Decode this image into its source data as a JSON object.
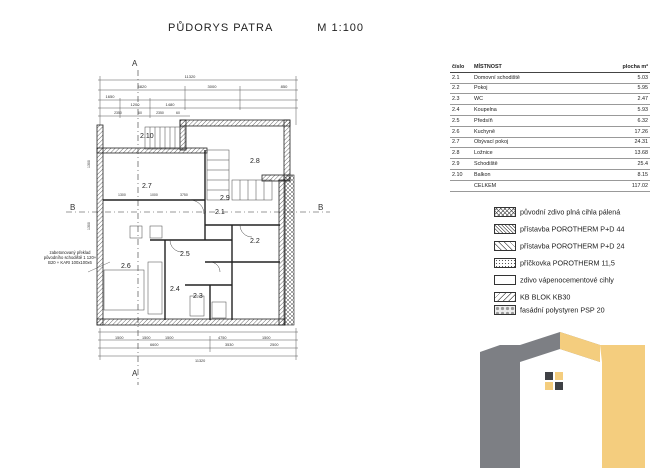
{
  "title": {
    "label": "PŮDORYS PATRA",
    "scale": "M 1:100"
  },
  "rooms_table": {
    "headers": [
      "číslo",
      "MÍSTNOST",
      "plocha m²"
    ],
    "rows": [
      [
        "2.1",
        "Domovní schodiště",
        "5.03"
      ],
      [
        "2.2",
        "Pokoj",
        "5.95"
      ],
      [
        "2.3",
        "WC",
        "2.47"
      ],
      [
        "2.4",
        "Koupelna",
        "5.93"
      ],
      [
        "2.5",
        "Předsíň",
        "6.32"
      ],
      [
        "2.6",
        "Kuchyně",
        "17.26"
      ],
      [
        "2.7",
        "Obývací pokoj",
        "24.31"
      ],
      [
        "2.8",
        "Ložnice",
        "13.68"
      ],
      [
        "2.9",
        "Schodiště",
        "25.4"
      ],
      [
        "2.10",
        "Balkon",
        "8.15"
      ],
      [
        "",
        "CELKEM",
        "117.02"
      ]
    ]
  },
  "legend": [
    {
      "label": "původní zdivo plná cihla pálená",
      "pattern": "cross"
    },
    {
      "label": "přístavba POROTHERM P+D 44",
      "pattern": "diag"
    },
    {
      "label": "přístavba POROTHERM P+D 24",
      "pattern": "diag2"
    },
    {
      "label": "příčkovka POROTHERM 11,5",
      "pattern": "dots"
    },
    {
      "label": "zdivo vápenocementové cihly",
      "pattern": "blank"
    },
    {
      "label": "KB BLOK KB30",
      "pattern": "diag3"
    },
    {
      "label": "fasádní polystyren PSP 20",
      "pattern": "circles"
    }
  ],
  "plan": {
    "room_labels": [
      "2.10",
      "2.8",
      "2.7",
      "2.9",
      "2.1",
      "2.2",
      "2.5",
      "2.6",
      "2.4",
      "2.3"
    ],
    "section_marks": [
      "A",
      "A",
      "B",
      "B"
    ],
    "dimensions": {
      "top_total": "11320",
      "top_row": [
        "4820",
        "3000",
        "850"
      ],
      "top_row2": [
        "1650",
        "1200",
        "1480"
      ],
      "top_row3": [
        "2350",
        "60",
        "2350",
        "60"
      ],
      "left_side": [
        "1300",
        "1300"
      ],
      "mid_row": [
        "1300",
        "1000",
        "3750"
      ],
      "bottom_row": [
        "1500",
        "1500",
        "1500",
        "4750",
        "1500"
      ],
      "bottom_row2": [
        "6600",
        "3530",
        "2500"
      ],
      "bottom_total": "11320"
    },
    "annotation": "zabetonovaný překlad původního schodiště 1 120+ B20 + KARI 100x100x6",
    "colors": {
      "wall": "#2a2a2a",
      "hatch": "#555555",
      "line": "#444444"
    }
  },
  "logo": {
    "colors": {
      "gray": "#7d7f84",
      "yellow": "#f4cd7e",
      "dark": "#3f4145"
    }
  }
}
